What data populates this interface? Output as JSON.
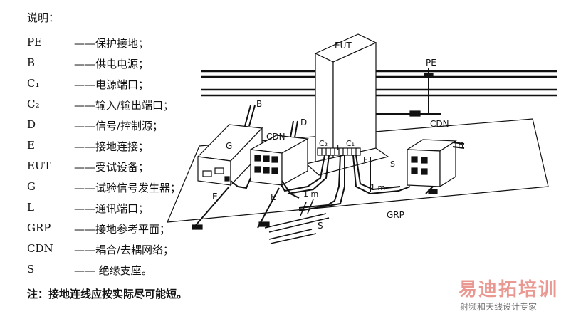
{
  "legend": {
    "title": "说明：",
    "items": [
      {
        "abbr": "PE",
        "def": "——保护接地；"
      },
      {
        "abbr": "B",
        "def": "——供电电源；"
      },
      {
        "abbr": "C₁",
        "def": "——电源端口；"
      },
      {
        "abbr": "C₂",
        "def": "——输入/输出端口；"
      },
      {
        "abbr": "D",
        "def": "——信号/控制源；"
      },
      {
        "abbr": "E",
        "def": "——接地连接；"
      },
      {
        "abbr": "EUT",
        "def": "——受试设备；"
      },
      {
        "abbr": "G",
        "def": "——试验信号发生器；"
      },
      {
        "abbr": "L",
        "def": "——通讯端口；"
      },
      {
        "abbr": "GRP",
        "def": "——接地参考平面；"
      },
      {
        "abbr": "CDN",
        "def": "——耦合/去耦网络；"
      },
      {
        "abbr": "S",
        "def": "——  绝缘支座。"
      }
    ],
    "note": "注：接地连线应按实际尽可能短。"
  },
  "diagram": {
    "eut": "EUT",
    "pe": "PE",
    "b_left": "B",
    "d": "D",
    "cdn_left": "CDN",
    "g": "G",
    "c2": "C₂",
    "l": "L",
    "c1": "C₁",
    "e_eut": "E",
    "s_right": "S",
    "cdn_right": "CDN",
    "b_right": "B",
    "e_g": "E",
    "e_cdn": "E",
    "one_m_left": "1 m",
    "one_m_right": "1 m",
    "grp": "GRP",
    "s_bottom": "S"
  },
  "watermark": {
    "main": "易迪拓培训",
    "sub": "射频和天线设计专家"
  }
}
